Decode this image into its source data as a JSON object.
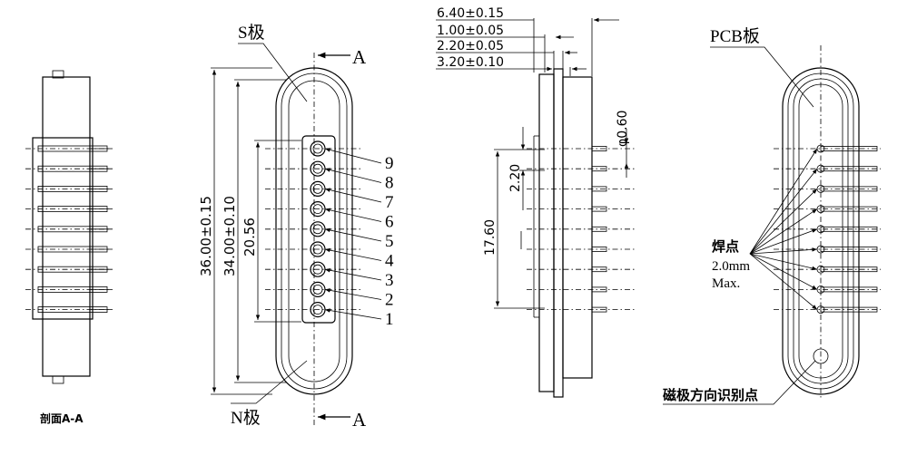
{
  "section_view": {
    "caption": "剖面A-A"
  },
  "front_view": {
    "s_pole_label": "S极",
    "n_pole_label": "N极",
    "section_mark_top": "A",
    "section_mark_bottom": "A",
    "dim_total_length": "36.00±0.15",
    "dim_inner_length": "34.00±0.10",
    "dim_pin_span": "20.56",
    "pin_numbers": [
      "9",
      "8",
      "7",
      "6",
      "5",
      "4",
      "3",
      "2",
      "1"
    ]
  },
  "side_view": {
    "dim_depth": "6.40±0.15",
    "dim_plate": "1.00±0.05",
    "dim_step": "2.20±0.05",
    "dim_body": "3.20±0.10",
    "dim_pin_diameter": "φ0.60",
    "dim_pitch": "2.20",
    "dim_pin_span": "17.60"
  },
  "back_view": {
    "pcb_label": "PCB板",
    "solder_label_line1": "焊点",
    "solder_label_line2": "2.0mm",
    "solder_label_line3": "Max.",
    "magnet_mark_label": "磁极方向识别点"
  }
}
